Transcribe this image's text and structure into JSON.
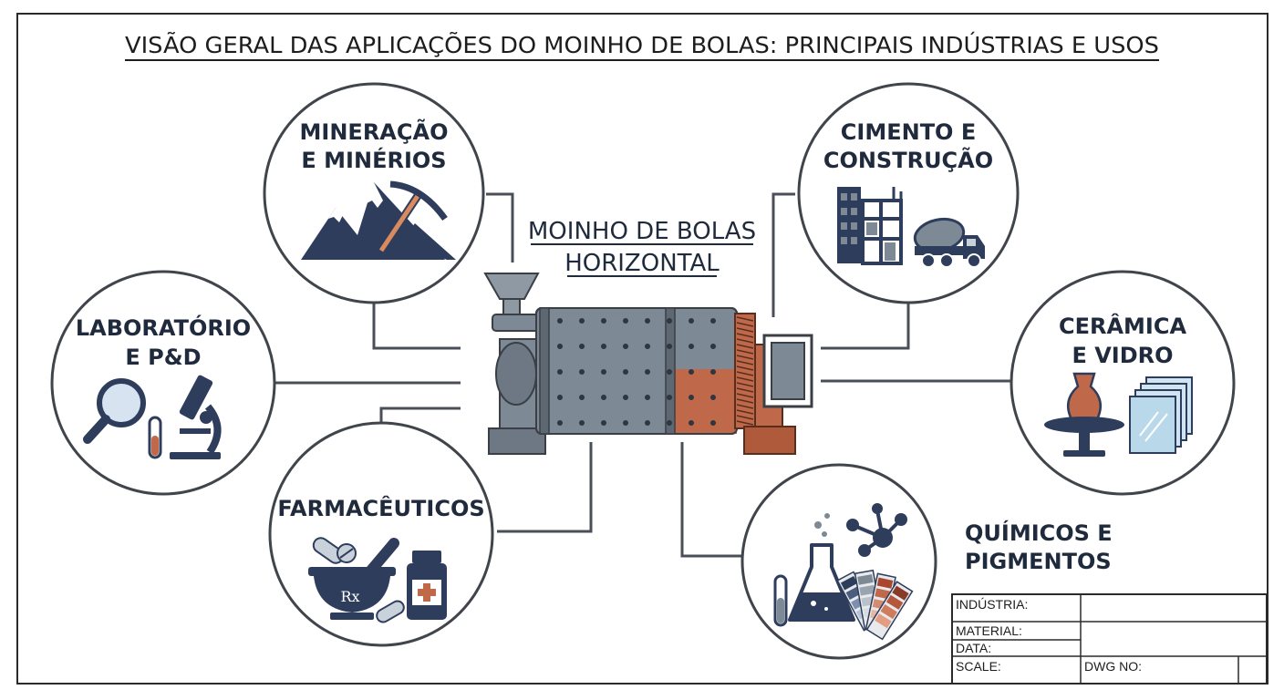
{
  "title": "VISÃO GERAL DAS APLICAÇÕES DO MOINHO DE BOLAS: PRINCIPAIS INDÚSTRIAS E USOS",
  "center": {
    "line1": "MOINHO DE BOLAS",
    "line2": "HORIZONTAL"
  },
  "industries": {
    "mining": {
      "line1": "MINERAÇÃO",
      "line2": "E MINÉRIOS"
    },
    "cement": {
      "line1": "CIMENTO E",
      "line2": "CONSTRUÇÃO"
    },
    "lab": {
      "line1": "LABORATÓRIO",
      "line2": "E P&D"
    },
    "ceramics": {
      "line1": "CERÂMICA",
      "line2": "E VIDRO"
    },
    "pharma": {
      "line1": "FARMACÊUTICOS"
    },
    "chemicals": {
      "line1": "QUÍMICOS E",
      "line2": "PIGMENTOS"
    }
  },
  "pharma_rx": "Rx",
  "title_block": {
    "industry": "INDÚSTRIA:",
    "material": "MATERIAL:",
    "date": "DATA:",
    "scale": "SCALE:",
    "dwg_no": "DWG NO:"
  },
  "colors": {
    "navy": "#2e3d5c",
    "steel": "#7d8995",
    "copper": "#c0694a",
    "outline": "#40444b"
  }
}
